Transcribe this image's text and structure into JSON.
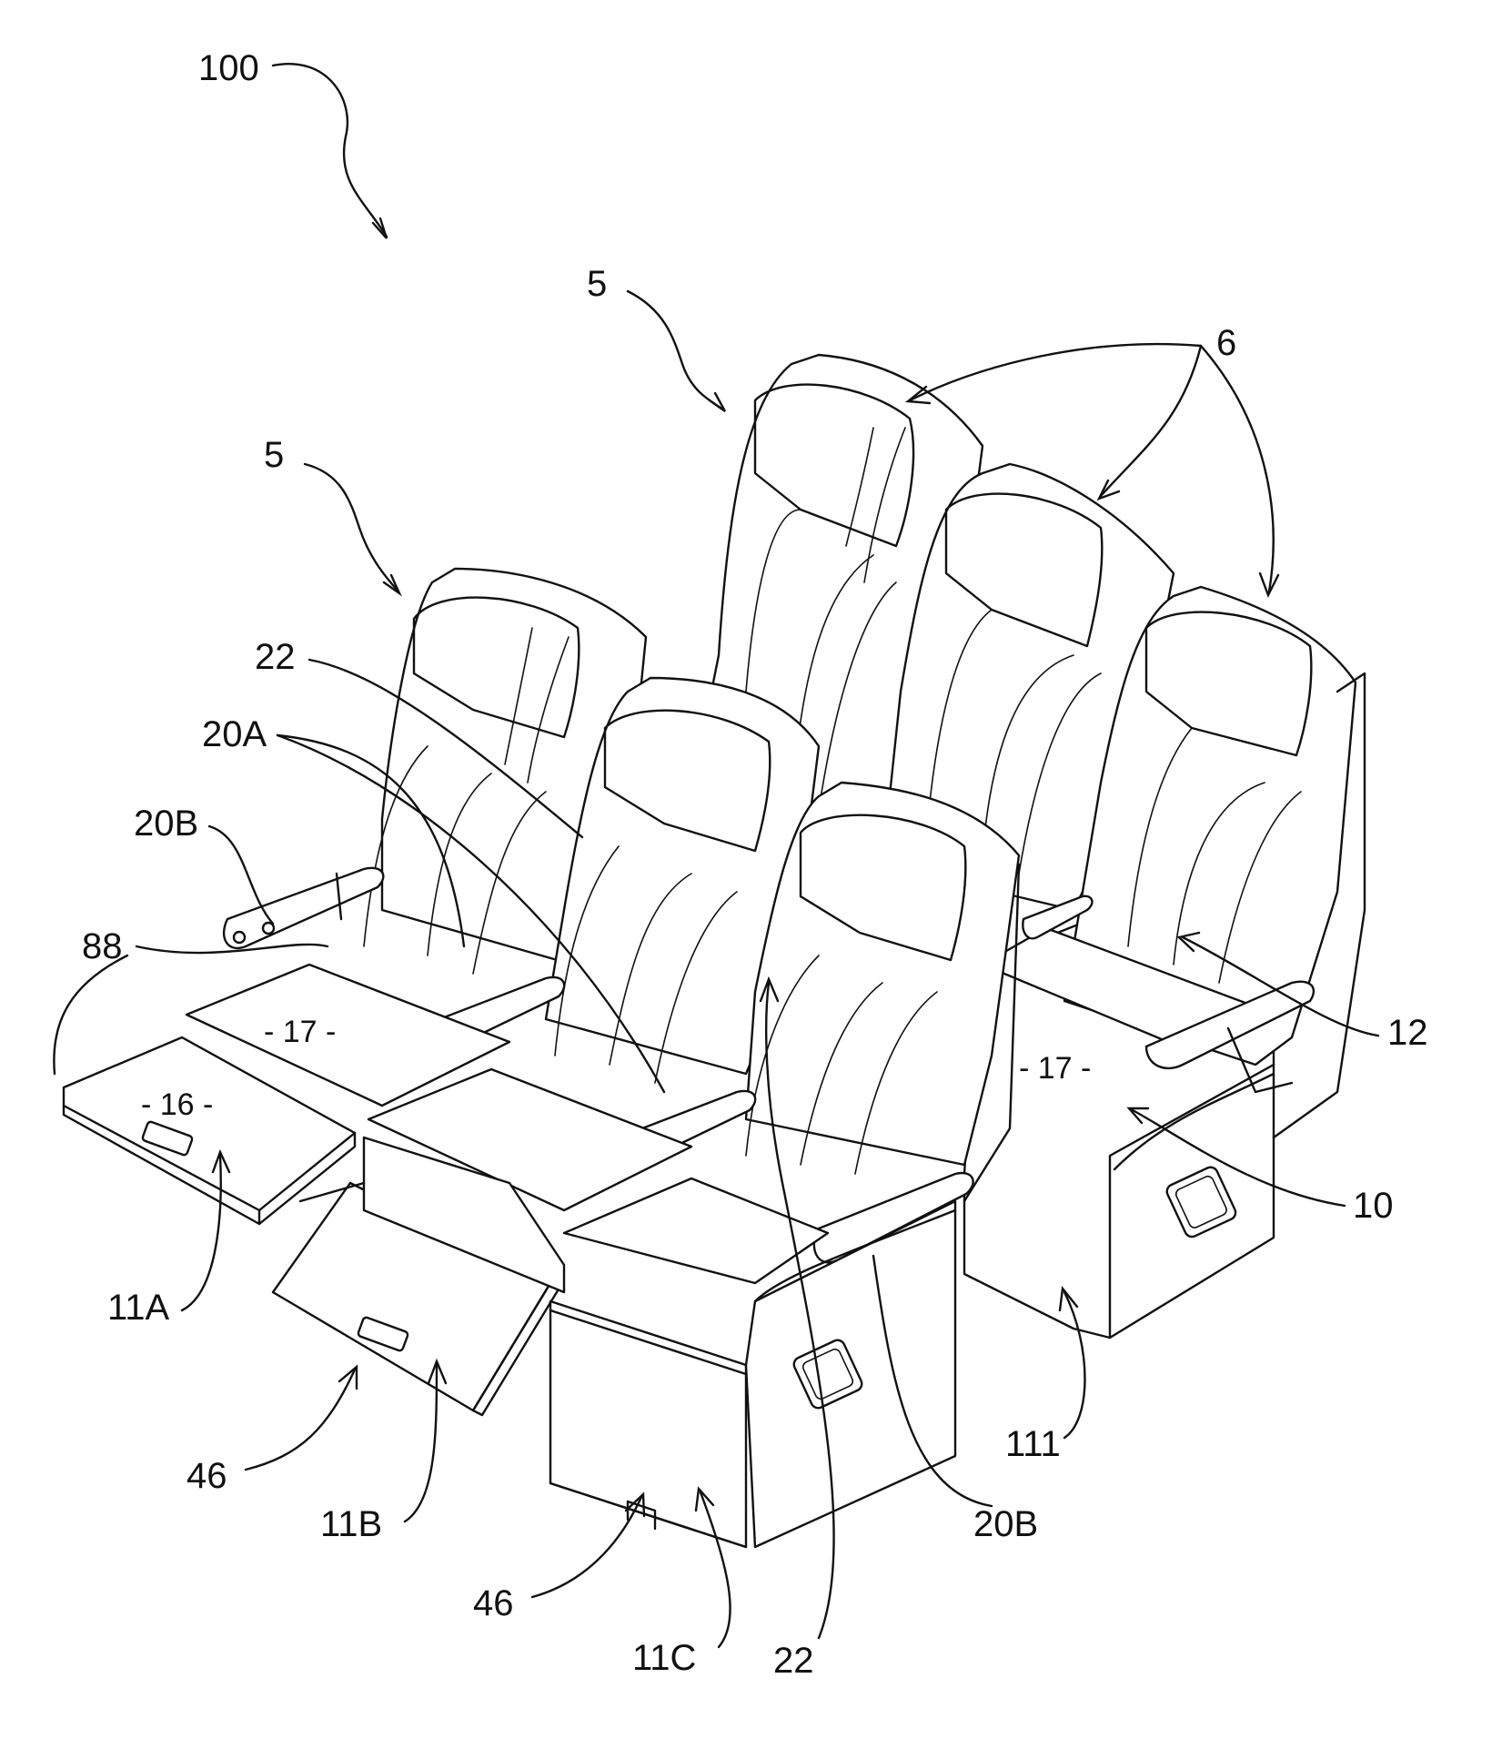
{
  "reference_numerals": {
    "assembly": "100",
    "seat_row_rear": "5",
    "seat_row_front": "5",
    "backrest_shells": "6",
    "backrest_inner": "22",
    "armrest_a": "20A",
    "armrest_b_left": "20B",
    "edge_88": "88",
    "backrest_cushion": "12",
    "seat_pan": "10",
    "tray_a": "11A",
    "tray_b": "11B",
    "tray_c": "11C",
    "latch_b": "46",
    "latch_c": "46",
    "armrest_b_right": "20B",
    "pillar": "22",
    "base_rear": "111"
  },
  "surface_labels": {
    "seat_left": "- 17 -",
    "tray_open": "- 16 -",
    "seat_rear_right": "- 17 -"
  }
}
